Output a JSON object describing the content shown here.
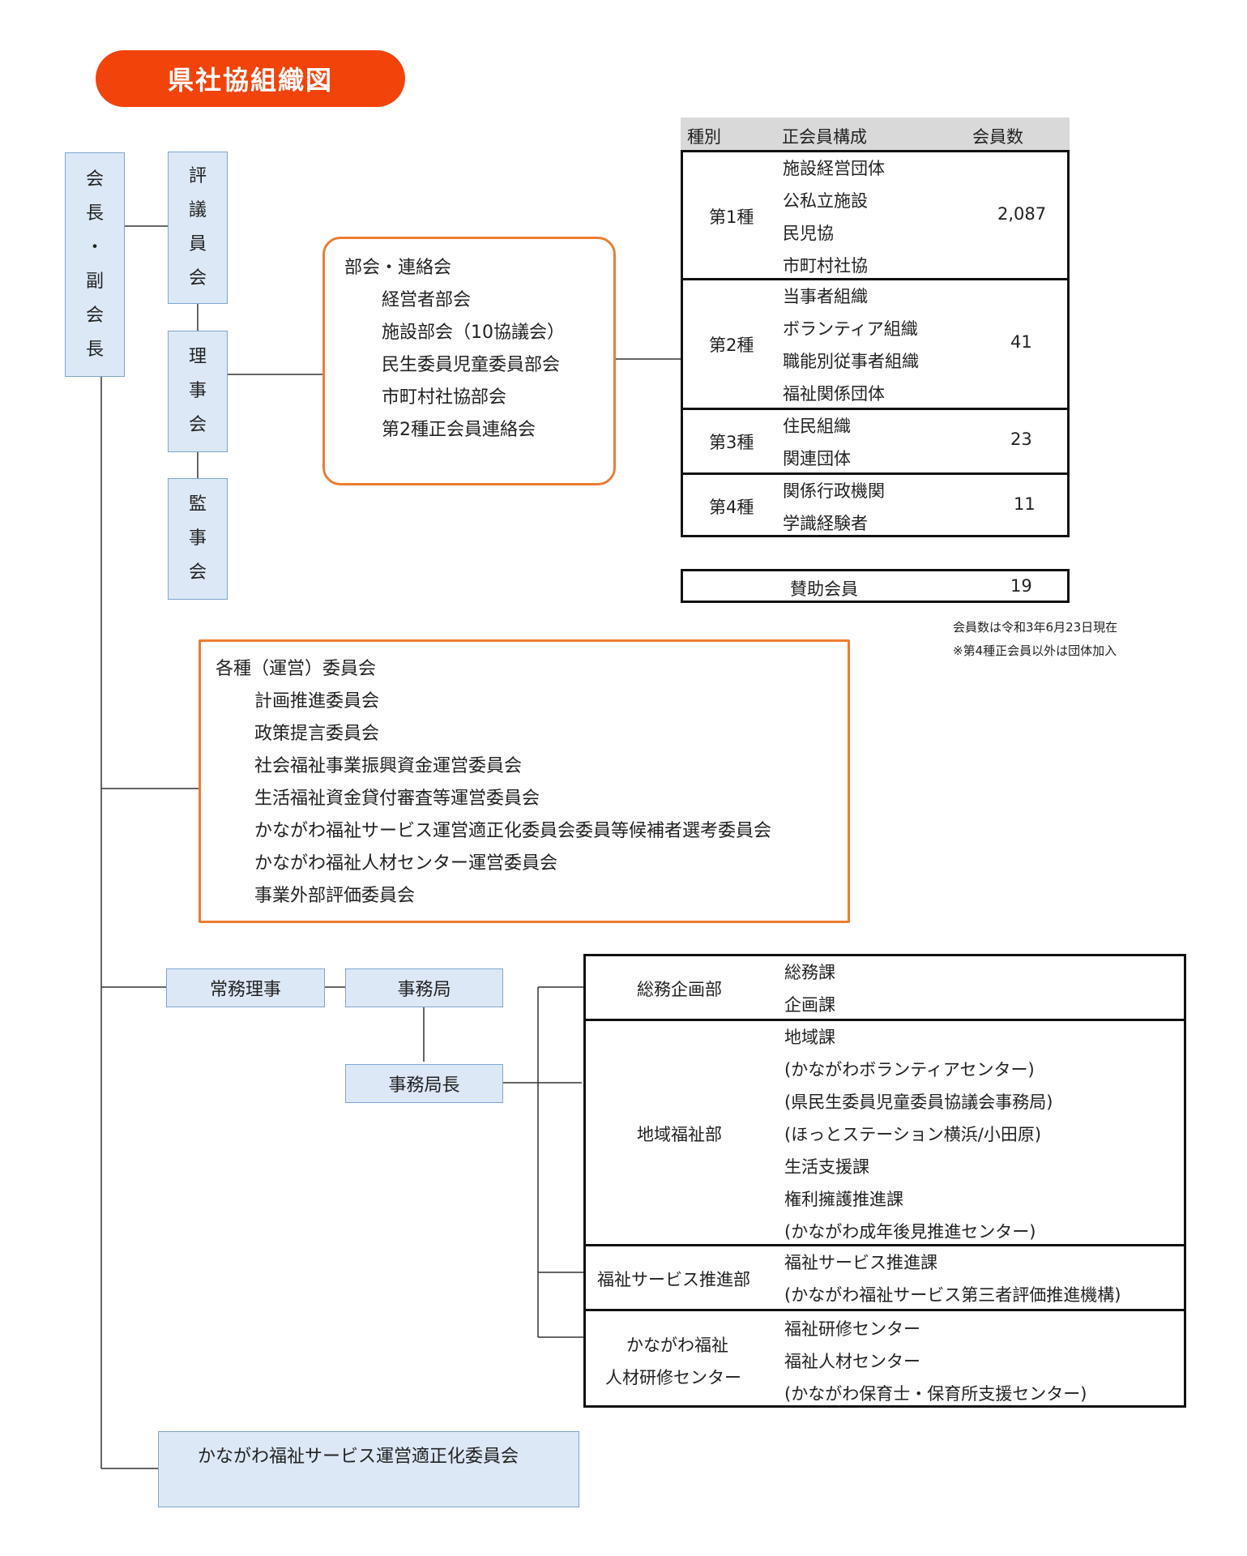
{
  "title": "県社協組織図",
  "president": [
    "会",
    "長",
    "・",
    "副",
    "会",
    "長"
  ],
  "council": [
    "評",
    "議",
    "員",
    "会"
  ],
  "board": [
    "理",
    "事",
    "会"
  ],
  "auditors": [
    "監",
    "事",
    "会"
  ],
  "subcommittees": {
    "heading": "部会・連絡会",
    "items": [
      "経営者部会",
      "施設部会（10協議会）",
      "民生委員児童委員部会",
      "市町村社協部会",
      "第2種正会員連絡会"
    ]
  },
  "members_table": {
    "headers": [
      "種別",
      "正会員構成",
      "会員数"
    ],
    "rows": [
      {
        "type": "第1種",
        "members": [
          "施設経営団体",
          "公私立施設",
          "民児協",
          "市町村社協"
        ],
        "count": "2,087"
      },
      {
        "type": "第2種",
        "members": [
          "当事者組織",
          "ボランティア組織",
          "職能別従事者組織",
          "福祉関係団体"
        ],
        "count": "41"
      },
      {
        "type": "第3種",
        "members": [
          "住民組織",
          "関連団体"
        ],
        "count": "23"
      },
      {
        "type": "第4種",
        "members": [
          "関係行政機関",
          "学識経験者"
        ],
        "count": "11"
      }
    ],
    "supporting": {
      "label": "賛助会員",
      "count": "19"
    },
    "notes": [
      "会員数は令和3年6月23日現在",
      "※第4種正会員以外は団体加入"
    ]
  },
  "committees": {
    "heading": "各種（運営）委員会",
    "items": [
      "計画推進委員会",
      "政策提言委員会",
      "社会福祉事業振興資金運営委員会",
      "生活福祉資金貸付審査等運営委員会",
      "かながわ福祉サービス運営適正化委員会委員等候補者選考委員会",
      "かながわ福祉人材センター運営委員会",
      "事業外部評価委員会"
    ]
  },
  "executive_director": "常務理事",
  "secretariat": "事務局",
  "secretariat_head": "事務局長",
  "departments": [
    {
      "name": [
        "総務企画部"
      ],
      "sections": [
        "総務課",
        "企画課"
      ]
    },
    {
      "name": [
        "地域福祉部"
      ],
      "sections": [
        "地域課",
        "(かながわボランティアセンター)",
        "(県民生委員児童委員協議会事務局)",
        "(ほっとステーション横浜/小田原)",
        "生活支援課",
        "権利擁護推進課",
        "(かながわ成年後見推進センター)"
      ]
    },
    {
      "name": [
        "福祉サービス推進部"
      ],
      "sections": [
        "福祉サービス推進課",
        "(かながわ福祉サービス第三者評価推進機構)"
      ]
    },
    {
      "name": [
        "かながわ福祉",
        "人材研修センター"
      ],
      "sections": [
        "福祉研修センター",
        "福祉人材センター",
        "(かながわ保育士・保育所支援センター)"
      ]
    }
  ],
  "appropriateness_committee": "かながわ福祉サービス運営適正化委員会"
}
